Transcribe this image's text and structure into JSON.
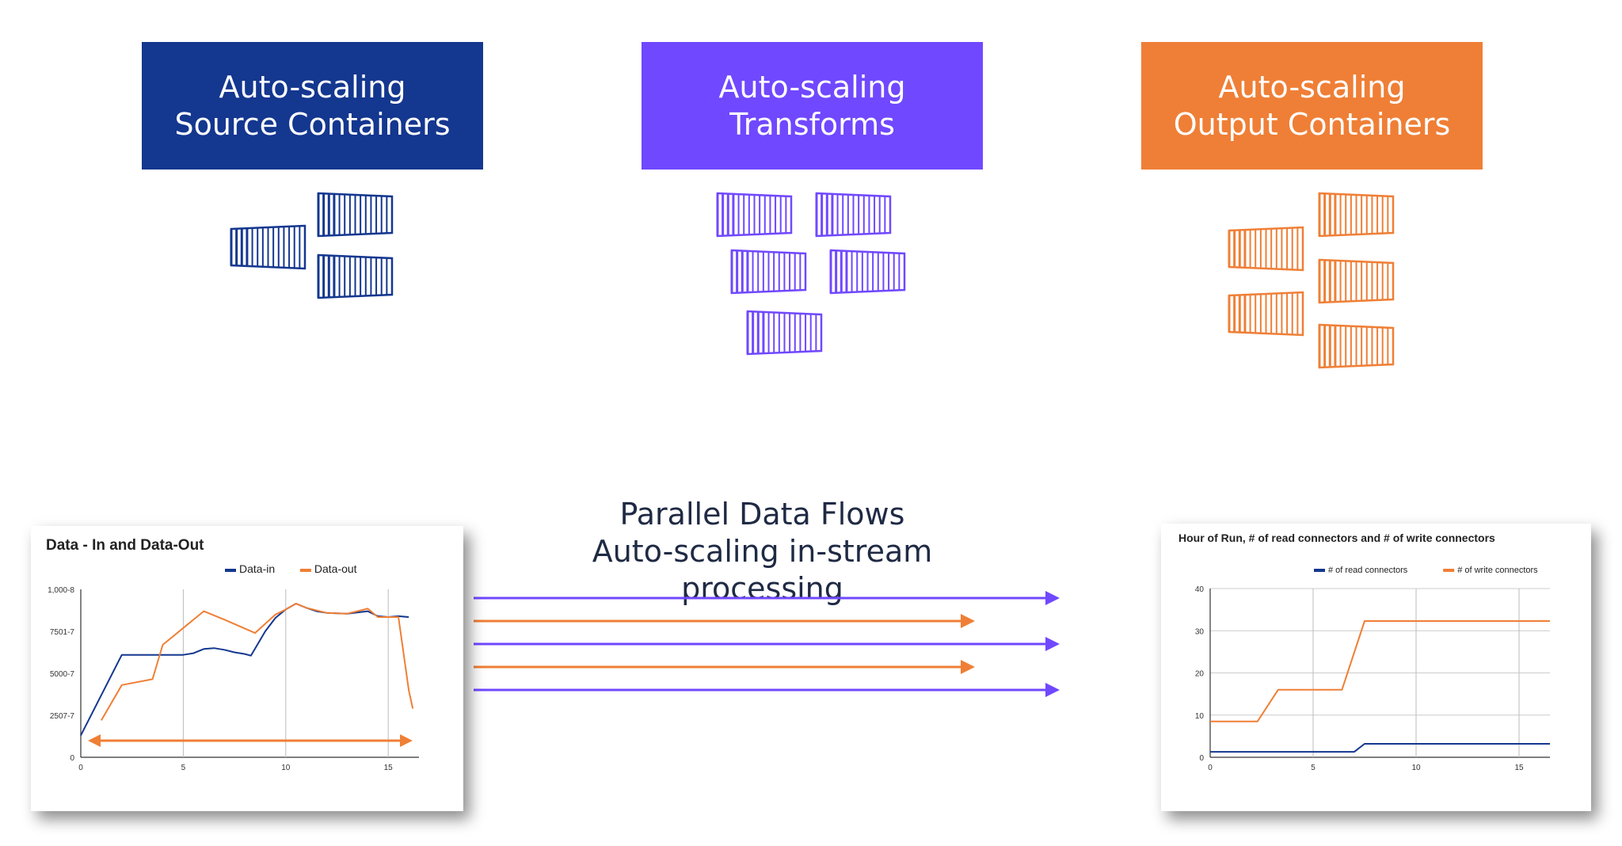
{
  "boxes": {
    "source": {
      "line1": "Auto-scaling",
      "line2": "Source Containers",
      "color": "#14378f"
    },
    "transform": {
      "line1": "Auto-scaling",
      "line2": "Transforms",
      "color": "#7048ff"
    },
    "output": {
      "line1": "Auto-scaling",
      "line2": "Output Containers",
      "color": "#ef7f36"
    }
  },
  "icons": {
    "source_count": 3,
    "transform_count": 5,
    "output_count": 5,
    "icon_name": "shipping-container-icon"
  },
  "center": {
    "line1": "Parallel Data Flows",
    "line2": "Auto-scaling in-stream processing"
  },
  "arrows": {
    "colors": [
      "#7048ff",
      "#ef7f36",
      "#7048ff",
      "#ef7f36",
      "#7048ff"
    ]
  },
  "chart_data": [
    {
      "type": "line",
      "title": "Data - In and Data-Out",
      "xticks": [
        "0",
        "5",
        "10",
        "15"
      ],
      "yticks": [
        "0",
        "2507-7",
        "5000-7",
        "7501-7",
        "1,000-8"
      ],
      "xlim": [
        0,
        16.5
      ],
      "ylim": [
        0,
        10000
      ],
      "series": [
        {
          "name": "Data-in",
          "color": "#14378f",
          "x": [
            0,
            2,
            3,
            4,
            5,
            5.5,
            6,
            6.5,
            7,
            7.5,
            8,
            8.3,
            9,
            9.5,
            10,
            10.5,
            11,
            11.5,
            12,
            13,
            14,
            14.5,
            15,
            15.5,
            16
          ],
          "y": [
            1300,
            6100,
            6100,
            6100,
            6100,
            6200,
            6450,
            6500,
            6400,
            6250,
            6150,
            6050,
            7500,
            8300,
            8800,
            9150,
            8900,
            8700,
            8600,
            8550,
            8700,
            8400,
            8350,
            8400,
            8350
          ]
        },
        {
          "name": "Data-out",
          "color": "#ef7f36",
          "x": [
            1,
            2,
            3.5,
            4,
            5,
            6,
            7,
            8.5,
            9.5,
            10,
            10.5,
            11,
            12,
            13,
            14,
            14.5,
            15,
            15.5,
            16,
            16.2
          ],
          "y": [
            2200,
            4300,
            4650,
            6700,
            7700,
            8700,
            8200,
            7400,
            8500,
            8800,
            9150,
            8900,
            8600,
            8550,
            8850,
            8350,
            8350,
            8350,
            4000,
            2900
          ]
        }
      ]
    },
    {
      "type": "line",
      "title": "Hour of Run, # of read connectors and # of write connectors",
      "xticks": [
        "0",
        "5",
        "10",
        "15"
      ],
      "yticks": [
        "0",
        "10",
        "20",
        "30",
        "40"
      ],
      "xlim": [
        0,
        16.5
      ],
      "ylim": [
        0,
        40
      ],
      "series": [
        {
          "name": "# of read connectors",
          "color": "#14378f",
          "x": [
            0,
            7,
            7.5,
            16.5
          ],
          "y": [
            1.3,
            1.3,
            3.2,
            3.2
          ]
        },
        {
          "name": "# of write connectors",
          "color": "#ef7f36",
          "x": [
            0,
            2.3,
            3.3,
            6.4,
            7.5,
            16.5
          ],
          "y": [
            8.5,
            8.5,
            16,
            16,
            32.3,
            32.3
          ]
        }
      ]
    }
  ]
}
